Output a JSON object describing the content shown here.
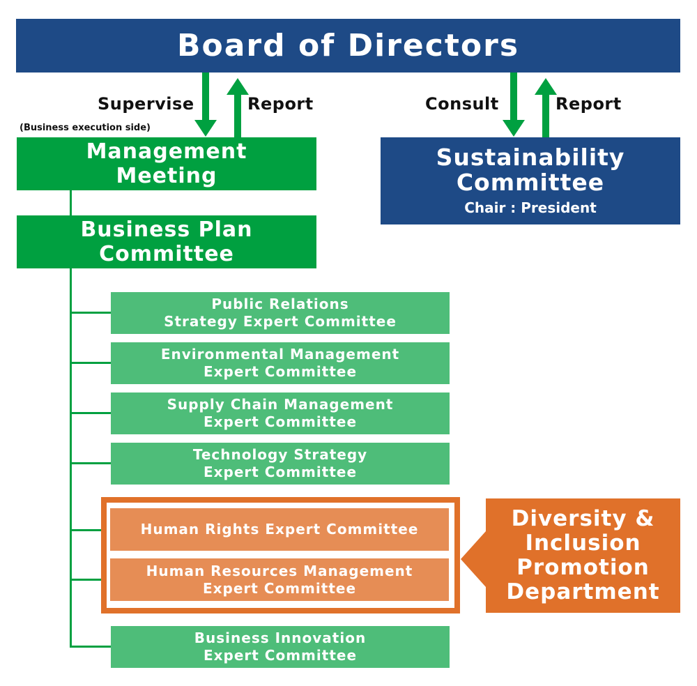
{
  "colors": {
    "navy": "#1e4a86",
    "green_dark": "#00a040",
    "green_light": "#4ebd79",
    "orange_dark": "#e0712a",
    "orange_light": "#e68d55"
  },
  "board": {
    "title": "Board of Directors"
  },
  "relations": {
    "supervise": "Supervise",
    "report_left": "Report",
    "consult": "Consult",
    "report_right": "Report"
  },
  "management": {
    "note": "(Business execution side)",
    "line1": "Management",
    "line2": "Meeting"
  },
  "sustainability": {
    "line1": "Sustainability",
    "line2": "Committee",
    "chair": "Chair : President"
  },
  "business_plan": {
    "line1": "Business Plan",
    "line2": "Committee"
  },
  "expert_committees": [
    {
      "line1": "Public Relations",
      "line2": "Strategy Expert Committee"
    },
    {
      "line1": "Environmental Management",
      "line2": "Expert Committee"
    },
    {
      "line1": "Supply Chain Management",
      "line2": "Expert Committee"
    },
    {
      "line1": "Technology Strategy",
      "line2": "Expert Committee"
    },
    {
      "line1": "Human Rights Expert Committee",
      "line2": ""
    },
    {
      "line1": "Human Resources Management",
      "line2": "Expert Committee"
    },
    {
      "line1": "Business Innovation",
      "line2": "Expert Committee"
    }
  ],
  "diversity": {
    "line1": "Diversity &",
    "line2": "Inclusion",
    "line3": "Promotion",
    "line4": "Department"
  }
}
